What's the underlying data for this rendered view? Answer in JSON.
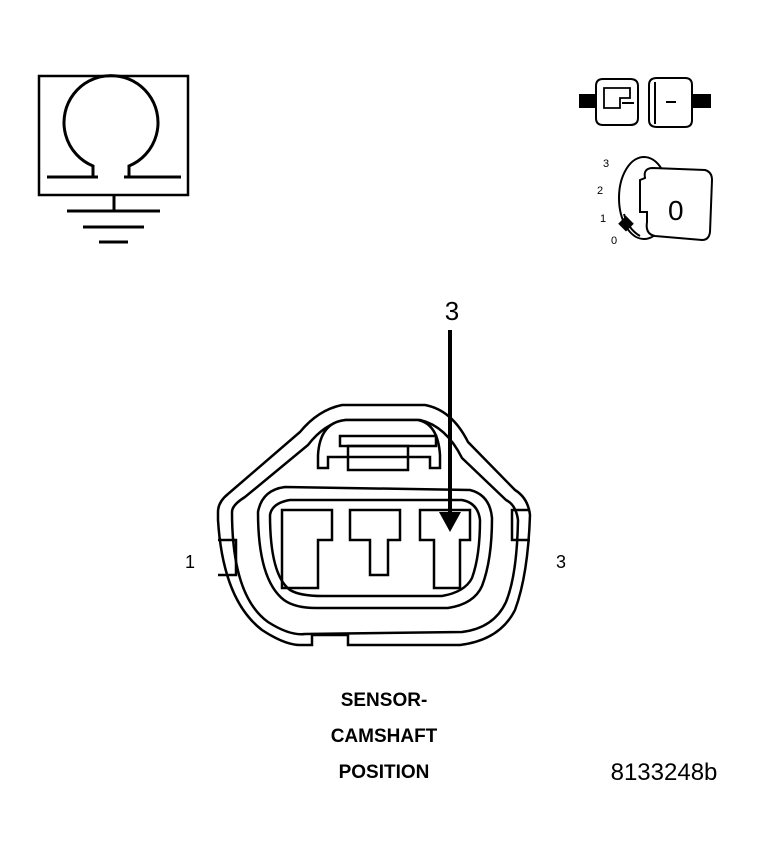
{
  "ohmmeter": {
    "icon": "ohmmeter-ground-icon"
  },
  "connector_disconnected": {
    "icon": "connector-disconnect-icon"
  },
  "ignition": {
    "icon": "ignition-key-icon",
    "positions": [
      "3",
      "2",
      "1",
      "0"
    ],
    "key_label": "0"
  },
  "callout": {
    "number": "3"
  },
  "connector": {
    "icon": "connector-face-icon",
    "pin_left": "1",
    "pin_right": "3"
  },
  "caption": {
    "line1": "SENSOR-",
    "line2": "CAMSHAFT",
    "line3": "POSITION"
  },
  "figure_id": "8133248b",
  "colors": {
    "ink": "#000000",
    "background": "#ffffff"
  }
}
